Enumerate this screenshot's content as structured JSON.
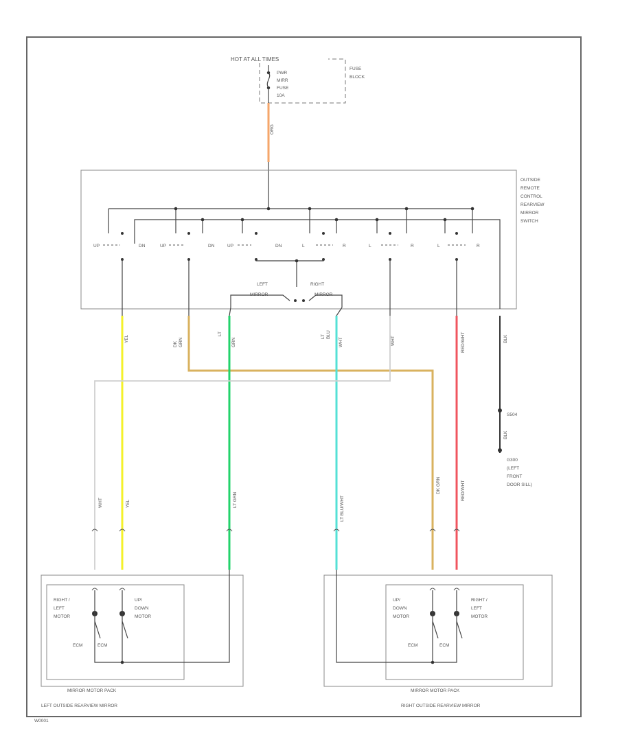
{
  "colors": {
    "orange": "#f5a66a",
    "yellow": "#f4f12a",
    "green": "#22d36b",
    "cyan": "#54e0d6",
    "tan": "#d9b25f",
    "red": "#f0555f",
    "white_wire": "#cfcfcf",
    "black_wire": "#333333"
  },
  "fuse": {
    "hot_label": "HOT AT ALL TIMES",
    "lines": [
      "PWR",
      "MIRR",
      "FUSE",
      "10A"
    ],
    "block_label": [
      "FUSE",
      "BLOCK"
    ]
  },
  "switch": {
    "label": [
      "OUTSIDE",
      "REMOTE",
      "CONTROL",
      "REARVIEW",
      "MIRROR",
      "SWITCH"
    ],
    "contacts": [
      "UP",
      "DN",
      "UP",
      "DN",
      "UP",
      "DN",
      "L",
      "R",
      "L",
      "R",
      "L",
      "R"
    ],
    "left_mirror": [
      "LEFT",
      "MIRROR"
    ],
    "right_mirror": [
      "RIGHT",
      "MIRROR"
    ]
  },
  "wires_top": {
    "orange": "ORG",
    "yellow": "YEL",
    "tan": [
      "DK",
      "GRN"
    ],
    "green": [
      "LT",
      "GRN"
    ],
    "cyan": [
      "LT",
      "BLU",
      "WHT"
    ],
    "white": "WHT",
    "red": "RED/WHT",
    "black": "BLK"
  },
  "ground": {
    "splice": "S504",
    "wire": "BLK",
    "label": [
      "G300",
      "(LEFT",
      "FRONT",
      "DOOR SILL)"
    ]
  },
  "wires_bottom": {
    "white": "WHT",
    "yellow": "YEL",
    "green": "LT GRN",
    "cyan": "LT BLU/WHT",
    "tan": "DK GRN",
    "red": "RED/WHT"
  },
  "left_mirror_unit": {
    "title": "LEFT OUTSIDE REARVIEW MIRROR",
    "sub": "MIRROR MOTOR PACK",
    "motor_a": [
      "RIGHT /",
      "LEFT",
      "MOTOR"
    ],
    "motor_b": [
      "UP/",
      "DOWN",
      "MOTOR"
    ],
    "labels": [
      "ECM",
      "ECM"
    ]
  },
  "right_mirror_unit": {
    "title": "RIGHT OUTSIDE REARVIEW MIRROR",
    "sub": "MIRROR MOTOR PACK",
    "motor_a": [
      "UP/",
      "DOWN",
      "MOTOR"
    ],
    "motor_b": [
      "RIGHT /",
      "LEFT",
      "MOTOR"
    ],
    "labels": [
      "ECM",
      "ECM"
    ]
  },
  "footer_code": "W0001"
}
